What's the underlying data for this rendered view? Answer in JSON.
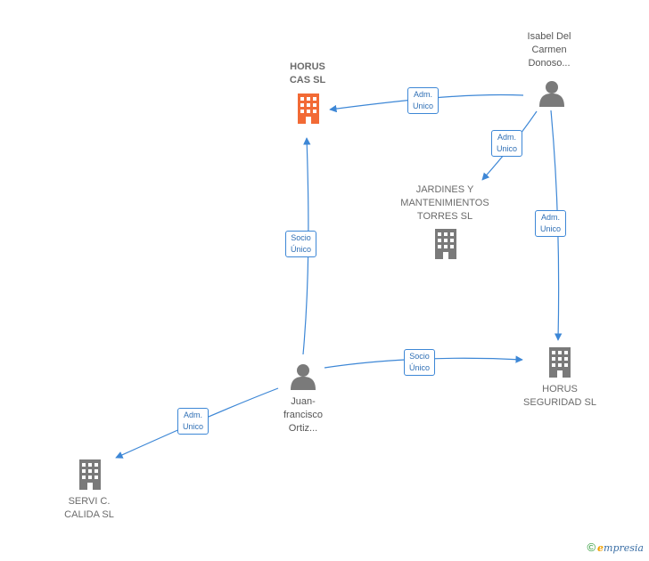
{
  "nodes": {
    "horus_cas": {
      "line1": "HORUS",
      "line2": "CAS  SL",
      "type": "company",
      "color": "#f26a35"
    },
    "isabel": {
      "line1": "Isabel Del",
      "line2": "Carmen",
      "line3": "Donoso...",
      "type": "person"
    },
    "jardines": {
      "line1": "JARDINES Y",
      "line2": "MANTENIMIENTOS",
      "line3": "TORRES SL",
      "type": "company"
    },
    "horus_seguridad": {
      "line1": "HORUS",
      "line2": "SEGURIDAD SL",
      "type": "company"
    },
    "juan": {
      "line1": "Juan-",
      "line2": "francisco",
      "line3": "Ortiz...",
      "type": "person"
    },
    "servi": {
      "line1": "SERVI C.",
      "line2": "CALIDA SL",
      "type": "company"
    }
  },
  "edges": {
    "isabel_horus_cas": {
      "line1": "Adm.",
      "line2": "Unico"
    },
    "isabel_jardines": {
      "line1": "Adm.",
      "line2": "Unico"
    },
    "isabel_horus_seguridad": {
      "line1": "Adm.",
      "line2": "Unico"
    },
    "juan_horus_cas": {
      "line1": "Socio",
      "line2": "Único"
    },
    "juan_horus_seguridad": {
      "line1": "Socio",
      "line2": "Único"
    },
    "juan_servi": {
      "line1": "Adm.",
      "line2": "Unico"
    }
  },
  "colors": {
    "edge": "#3d87d6",
    "building": "#7a7a7a",
    "building_highlight": "#f26a35",
    "person": "#7a7a7a"
  },
  "footer": {
    "copyright": "©",
    "brand_e": "e",
    "brand_rest": "mpresia"
  }
}
